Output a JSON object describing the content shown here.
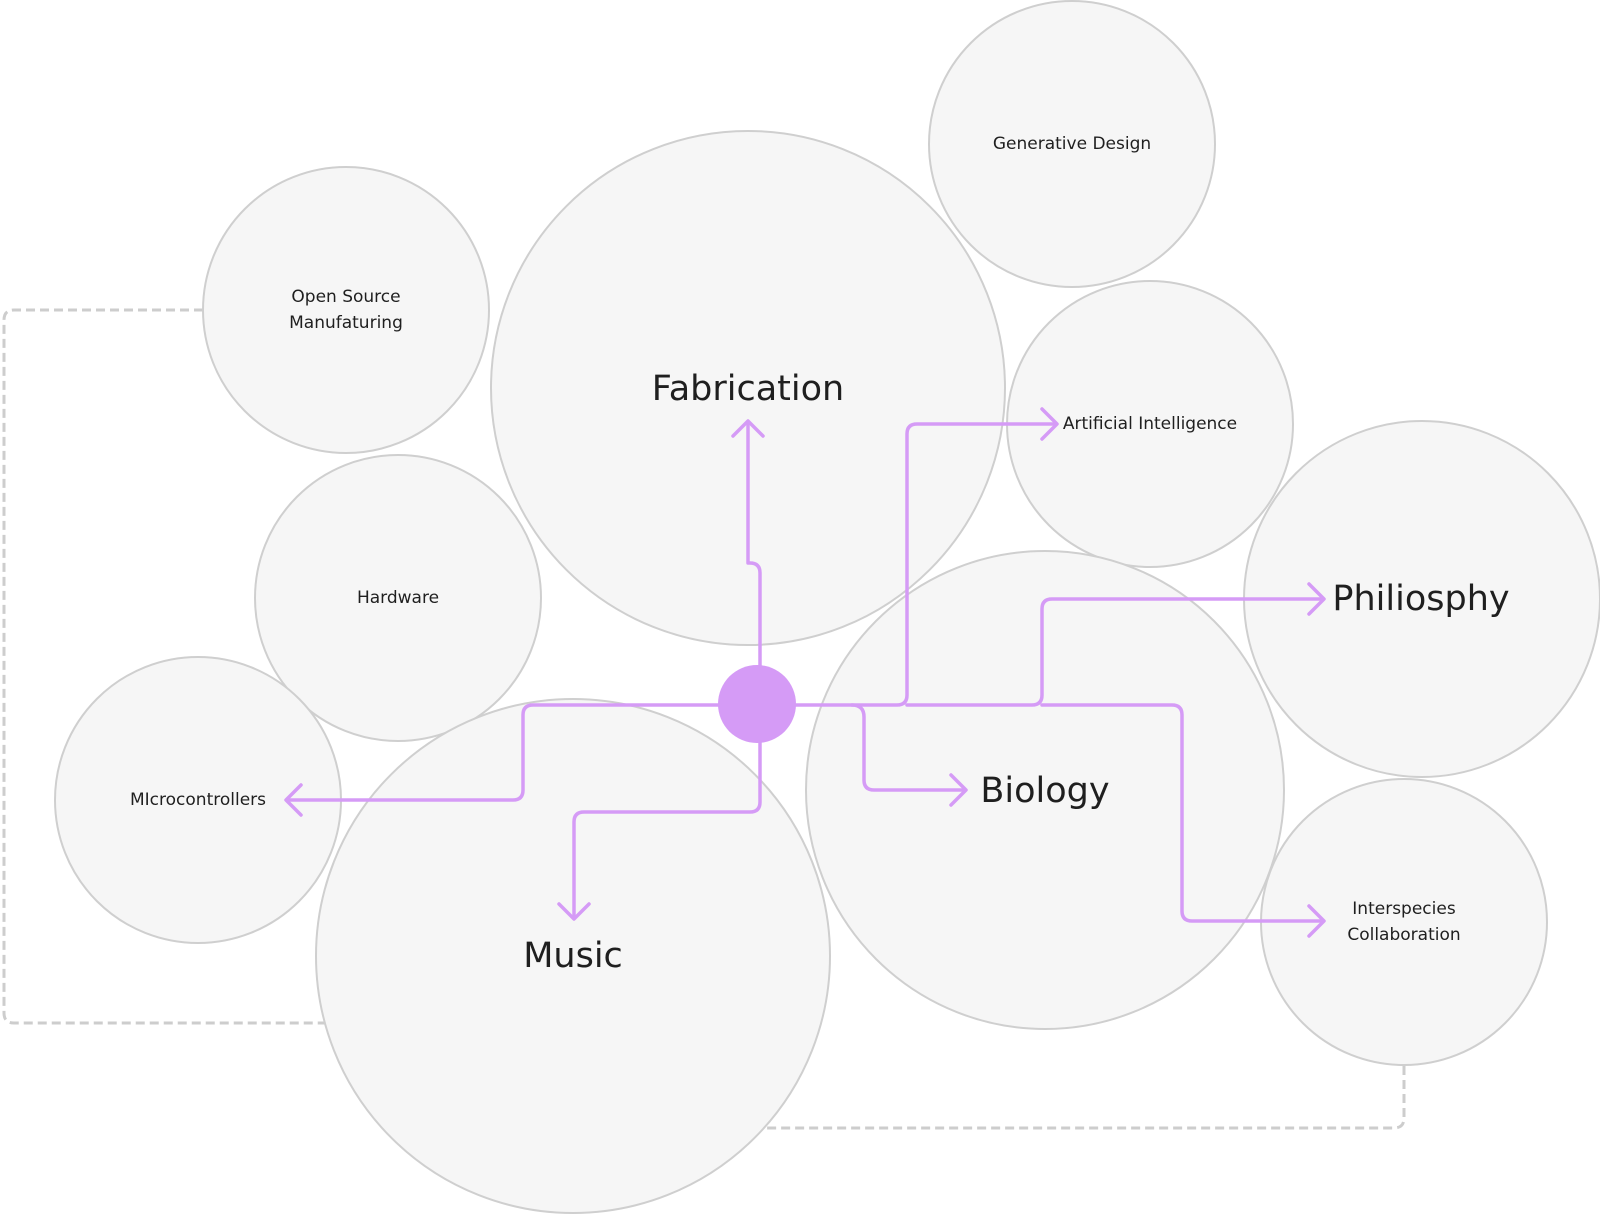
{
  "colors": {
    "accent": "#D59BF6",
    "bubble_fill": "#F6F6F6",
    "bubble_stroke": "#CFCFCF",
    "dashed": "#CDCDCD",
    "text": "#1F1F1F"
  },
  "topics": {
    "generative_design": "Generative Design",
    "open_source_line1": "Open Source",
    "open_source_line2": "Manufaturing",
    "fabrication": "Fabrication",
    "artificial_intelligence": "Artificial Intelligence",
    "hardware": "Hardware",
    "philosophy": "Philiosphy",
    "microcontrollers": "MIcrocontrollers",
    "biology": "Biology",
    "music": "Music",
    "interspecies_line1": "Interspecies",
    "interspecies_line2": "Collaboration"
  }
}
